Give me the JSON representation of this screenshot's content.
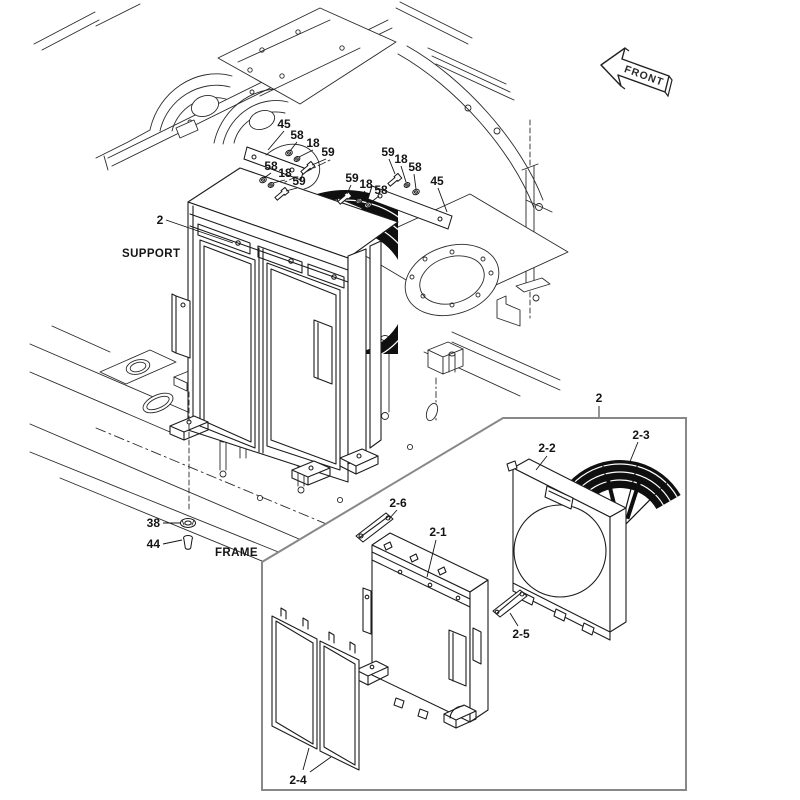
{
  "figure": {
    "kind": "exploded parts diagram",
    "front_indicator": {
      "label": "FRONT"
    },
    "main_view": {
      "assembly_number": "2",
      "support_label": "SUPPORT",
      "frame_label": "FRAME",
      "washer_callout": "38",
      "bolt_callout": "44",
      "fastener_callouts": [
        {
          "text": "45"
        },
        {
          "text": "58"
        },
        {
          "text": "18"
        },
        {
          "text": "59"
        },
        {
          "text": "58"
        },
        {
          "text": "18"
        },
        {
          "text": "59"
        },
        {
          "text": "59"
        },
        {
          "text": "18"
        },
        {
          "text": "58"
        },
        {
          "text": "59"
        },
        {
          "text": "18"
        },
        {
          "text": "58"
        },
        {
          "text": "45"
        }
      ]
    },
    "exploded_view": {
      "assembly_number": "2",
      "part_callouts": [
        {
          "text": "2-2"
        },
        {
          "text": "2-3"
        },
        {
          "text": "2-6"
        },
        {
          "text": "2-1"
        },
        {
          "text": "2-5"
        },
        {
          "text": "2-4"
        }
      ]
    },
    "colors": {
      "ink": "#1c1c1c",
      "detail_box_border": "#888888",
      "solid_fill": "#0f0f0f",
      "paper": "#ffffff"
    }
  }
}
